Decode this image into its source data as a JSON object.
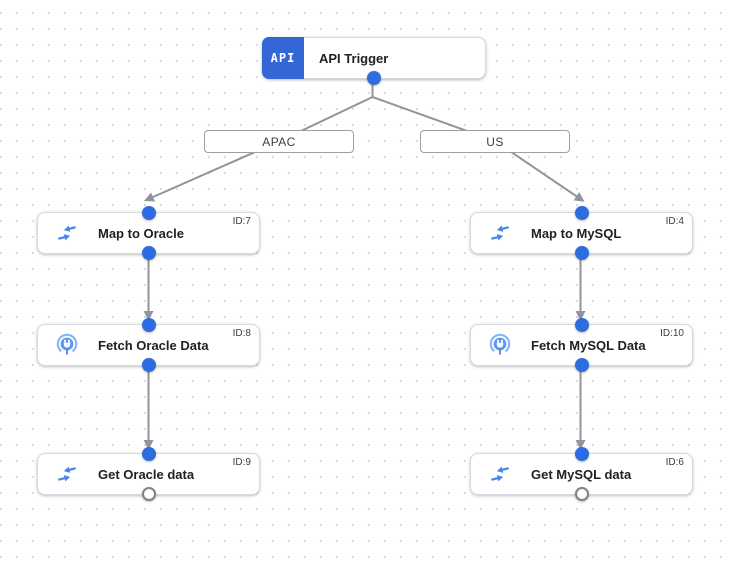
{
  "app": {
    "name": "integration-flow-canvas"
  },
  "colors": {
    "trigger_badge_blue": "#3367d6",
    "port_blue": "#2d6be0",
    "edge_gray": "#8f959b",
    "node_border": "#d6d9dd",
    "icon_blue": "#4a86ee",
    "connector_icon_light_blue": "#8ab4f8",
    "grid_dot": "#d9dbdf"
  },
  "trigger": {
    "badge": "API",
    "title": "API Trigger",
    "icon": "api-icon"
  },
  "branch_labels": [
    {
      "label": "APAC"
    },
    {
      "label": "US"
    }
  ],
  "nodes": [
    {
      "title": "Map to Oracle",
      "id_label": "ID:7",
      "icon": "data-mapping-icon"
    },
    {
      "title": "Fetch Oracle Data",
      "id_label": "ID:8",
      "icon": "connector-icon"
    },
    {
      "title": "Get Oracle data",
      "id_label": "ID:9",
      "icon": "data-mapping-icon"
    },
    {
      "title": "Map to MySQL",
      "id_label": "ID:4",
      "icon": "data-mapping-icon"
    },
    {
      "title": "Fetch MySQL Data",
      "id_label": "ID:10",
      "icon": "connector-icon"
    },
    {
      "title": "Get MySQL data",
      "id_label": "ID:6",
      "icon": "data-mapping-icon"
    }
  ]
}
